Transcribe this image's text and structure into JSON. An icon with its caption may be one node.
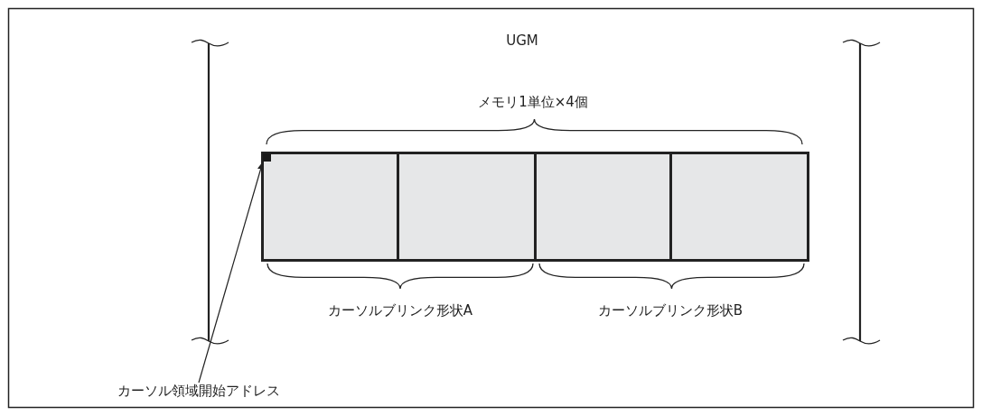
{
  "diagram": {
    "nodes": [
      {
        "text": [],
        "shape": "box"
      },
      {
        "text": [],
        "shape": "box"
      },
      {
        "text": [],
        "shape": "box"
      },
      {
        "text": [],
        "shape": "box"
      },
      {
        "text": [],
        "shape": "box",
        "in": 0
      },
      {
        "text": [
          "カーソル領域開始アドレス"
        ]
      }
    ],
    "edges": [
      {
        "from": 5,
        "to": 4,
        "arrow": "to"
      }
    ],
    "labels": [
      "UGM",
      "メモリ1単位×4個",
      "カーソルブリンク形状A",
      "カーソルブリンク形状B"
    ]
  }
}
